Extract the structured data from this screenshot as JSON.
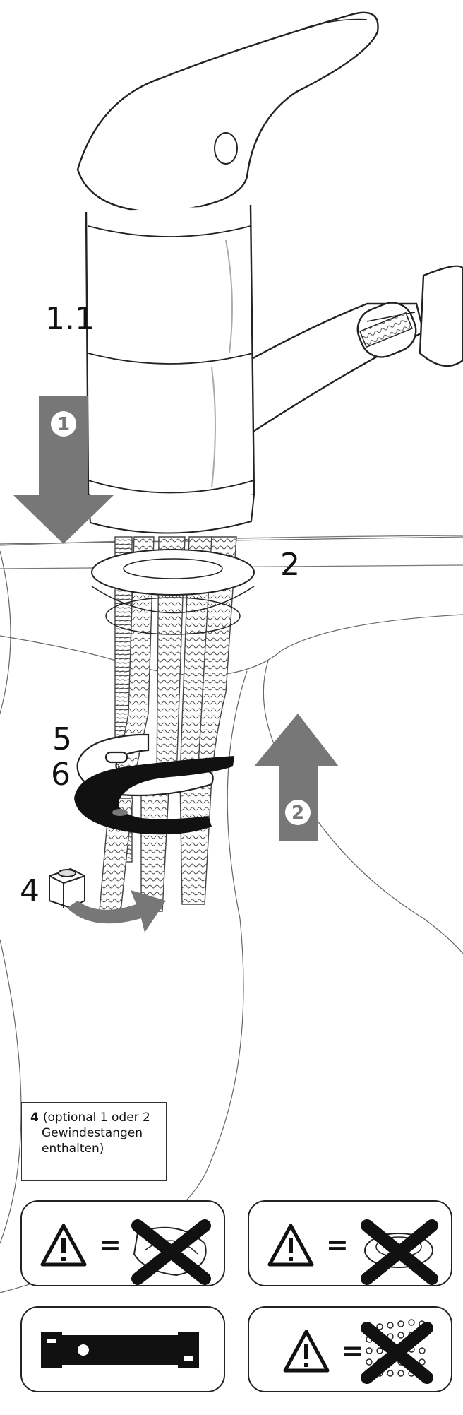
{
  "labels": {
    "part_1_1": "1.1",
    "part_2": "2",
    "part_4": "4",
    "part_5": "5",
    "part_6": "6"
  },
  "steps": {
    "step_1": "1",
    "step_2": "2"
  },
  "note": {
    "number": "4",
    "line1": "(optional 1 oder 2",
    "line2": "Gewindestangen",
    "line3": "enthalten)"
  },
  "symbols": {
    "equals": "=",
    "warning_icon": "warning-triangle-icon",
    "panels": [
      {
        "icon": "warning-triangle-icon",
        "crossed": "crossed-cloth-icon"
      },
      {
        "icon": "warning-triangle-icon",
        "crossed": "crossed-sponge-icon"
      },
      {
        "icon": "wrench-icon"
      },
      {
        "icon": "warning-triangle-icon",
        "crossed": "crossed-water-drops-icon"
      }
    ]
  },
  "colors": {
    "arrow_gray": "#777777",
    "black": "#111111",
    "outline": "#222222"
  }
}
